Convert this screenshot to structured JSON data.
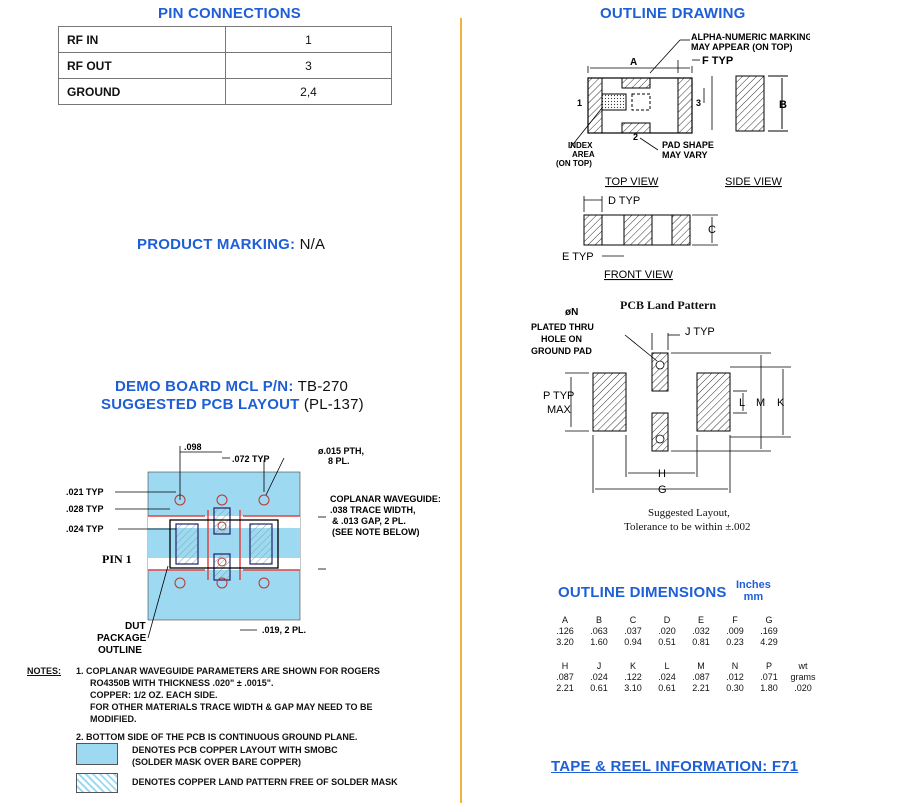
{
  "pin_connections": {
    "title": "PIN CONNECTIONS",
    "rows": [
      {
        "label": "RF IN",
        "value": "1"
      },
      {
        "label": "RF OUT",
        "value": "3"
      },
      {
        "label": "GROUND",
        "value": "2,4"
      }
    ]
  },
  "product_marking": {
    "label": "PRODUCT MARKING:",
    "value": "N/A"
  },
  "demo_board": {
    "label": "DEMO BOARD MCL P/N:",
    "value": "TB-270",
    "pcb_label": "SUGGESTED PCB LAYOUT",
    "pcb_value": "(PL-137)"
  },
  "pcb_drawing": {
    "dim_098": ".098",
    "dim_072": ".072 TYP",
    "pth_note": "ø.015 PTH,",
    "pth_note2": "8 PL.",
    "dim_021": ".021 TYP",
    "dim_028": ".028 TYP",
    "dim_024": ".024 TYP",
    "cpw_1": "COPLANAR WAVEGUIDE:",
    "cpw_2": ".038 TRACE WIDTH,",
    "cpw_3": "& .013 GAP, 2 PL.",
    "cpw_4": "(SEE NOTE BELOW)",
    "pin1": "PIN 1",
    "dut_1": "DUT",
    "dut_2": "PACKAGE",
    "dut_3": "OUTLINE",
    "dim_019": ".019, 2 PL."
  },
  "notes": {
    "label": "NOTES:",
    "n1a": "1. COPLANAR WAVEGUIDE PARAMETERS ARE SHOWN FOR ROGERS",
    "n1b": "RO4350B WITH THICKNESS .020\" ± .0015\".",
    "n1c": "COPPER: 1/2 OZ. EACH SIDE.",
    "n1d": "FOR OTHER MATERIALS TRACE WIDTH & GAP MAY NEED TO BE",
    "n1e": "MODIFIED.",
    "n2": "2. BOTTOM SIDE OF THE PCB IS CONTINUOUS GROUND PLANE.",
    "legend1a": "DENOTES PCB COPPER LAYOUT WITH SMOBC",
    "legend1b": "(SOLDER MASK OVER BARE COPPER)",
    "legend2": "DENOTES COPPER LAND PATTERN FREE OF SOLDER MASK"
  },
  "outline_drawing": {
    "title": "OUTLINE DRAWING",
    "markings_1": "ALPHA-NUMERIC MARKINGS",
    "markings_2": "MAY APPEAR",
    "markings_3": "(ON TOP)",
    "A": "A",
    "F_typ": "F TYP",
    "B": "B",
    "pin1": "1",
    "pin2": "2",
    "pin3": "3",
    "index_1": "INDEX",
    "index_2": "AREA",
    "index_3": "(ON TOP)",
    "pad_1": "PAD SHAPE",
    "pad_2": "MAY VARY",
    "top_view": "TOP VIEW",
    "side_view": "SIDE VIEW",
    "D_typ": "D TYP",
    "C": "C",
    "E_typ": "E TYP",
    "front_view": "FRONT VIEW"
  },
  "land_pattern": {
    "title": "PCB Land Pattern",
    "N": "øN",
    "plated_1": "PLATED THRU",
    "plated_2": "HOLE ON",
    "plated_3": "GROUND PAD",
    "J_typ": "J TYP",
    "P_typ": "P TYP",
    "max": "MAX",
    "L": "L",
    "M": "M",
    "K": "K",
    "H": "H",
    "G": "G",
    "note_1": "Suggested Layout,",
    "note_2": "Tolerance to be within ±.002"
  },
  "outline_dimensions": {
    "title": "OUTLINE DIMENSIONS",
    "unit_top": "Inches",
    "unit_bottom": "mm",
    "row1_labels": [
      "A",
      "B",
      "C",
      "D",
      "E",
      "F",
      "G"
    ],
    "row1_inches": [
      ".126",
      ".063",
      ".037",
      ".020",
      ".032",
      ".009",
      ".169"
    ],
    "row1_mm": [
      "3.20",
      "1.60",
      "0.94",
      "0.51",
      "0.81",
      "0.23",
      "4.29"
    ],
    "row2_labels": [
      "H",
      "J",
      "K",
      "L",
      "M",
      "N",
      "P",
      "wt"
    ],
    "row2_inches": [
      ".087",
      ".024",
      ".122",
      ".024",
      ".087",
      ".012",
      ".071",
      "grams"
    ],
    "row2_mm": [
      "2.21",
      "0.61",
      "3.10",
      "0.61",
      "2.21",
      "0.30",
      "1.80",
      ".020"
    ]
  },
  "tape_reel": {
    "label": "TAPE & REEL INFORMATION: F71"
  },
  "colors": {
    "accent": "#1f5fd6",
    "divider": "#f3b23a",
    "pcb_copper": "#9ed9f2",
    "trace_red": "#d44"
  }
}
